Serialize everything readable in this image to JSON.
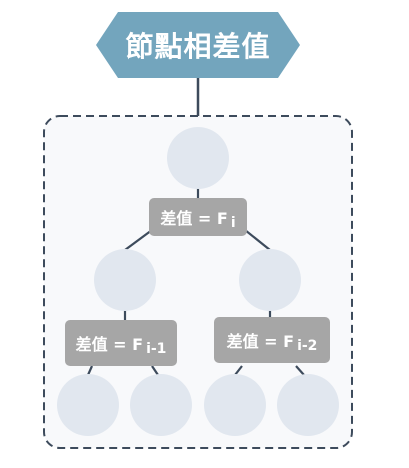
{
  "title": "節點相差值",
  "labels": {
    "root": {
      "text": "差值 = F",
      "sub": "i"
    },
    "left": {
      "text": "差值 = F",
      "sub": "i-1"
    },
    "right": {
      "text": "差值 = F",
      "sub": "i-2"
    }
  },
  "colors": {
    "title_fill": "#73a5bd",
    "connector": "#3d4b5c",
    "container_border": "#3d4b5c",
    "container_fill": "#f8f9fb",
    "node_fill": "#e1e7ef",
    "label_fill": "#a6a6a6",
    "edge": "#3d4b5c"
  }
}
